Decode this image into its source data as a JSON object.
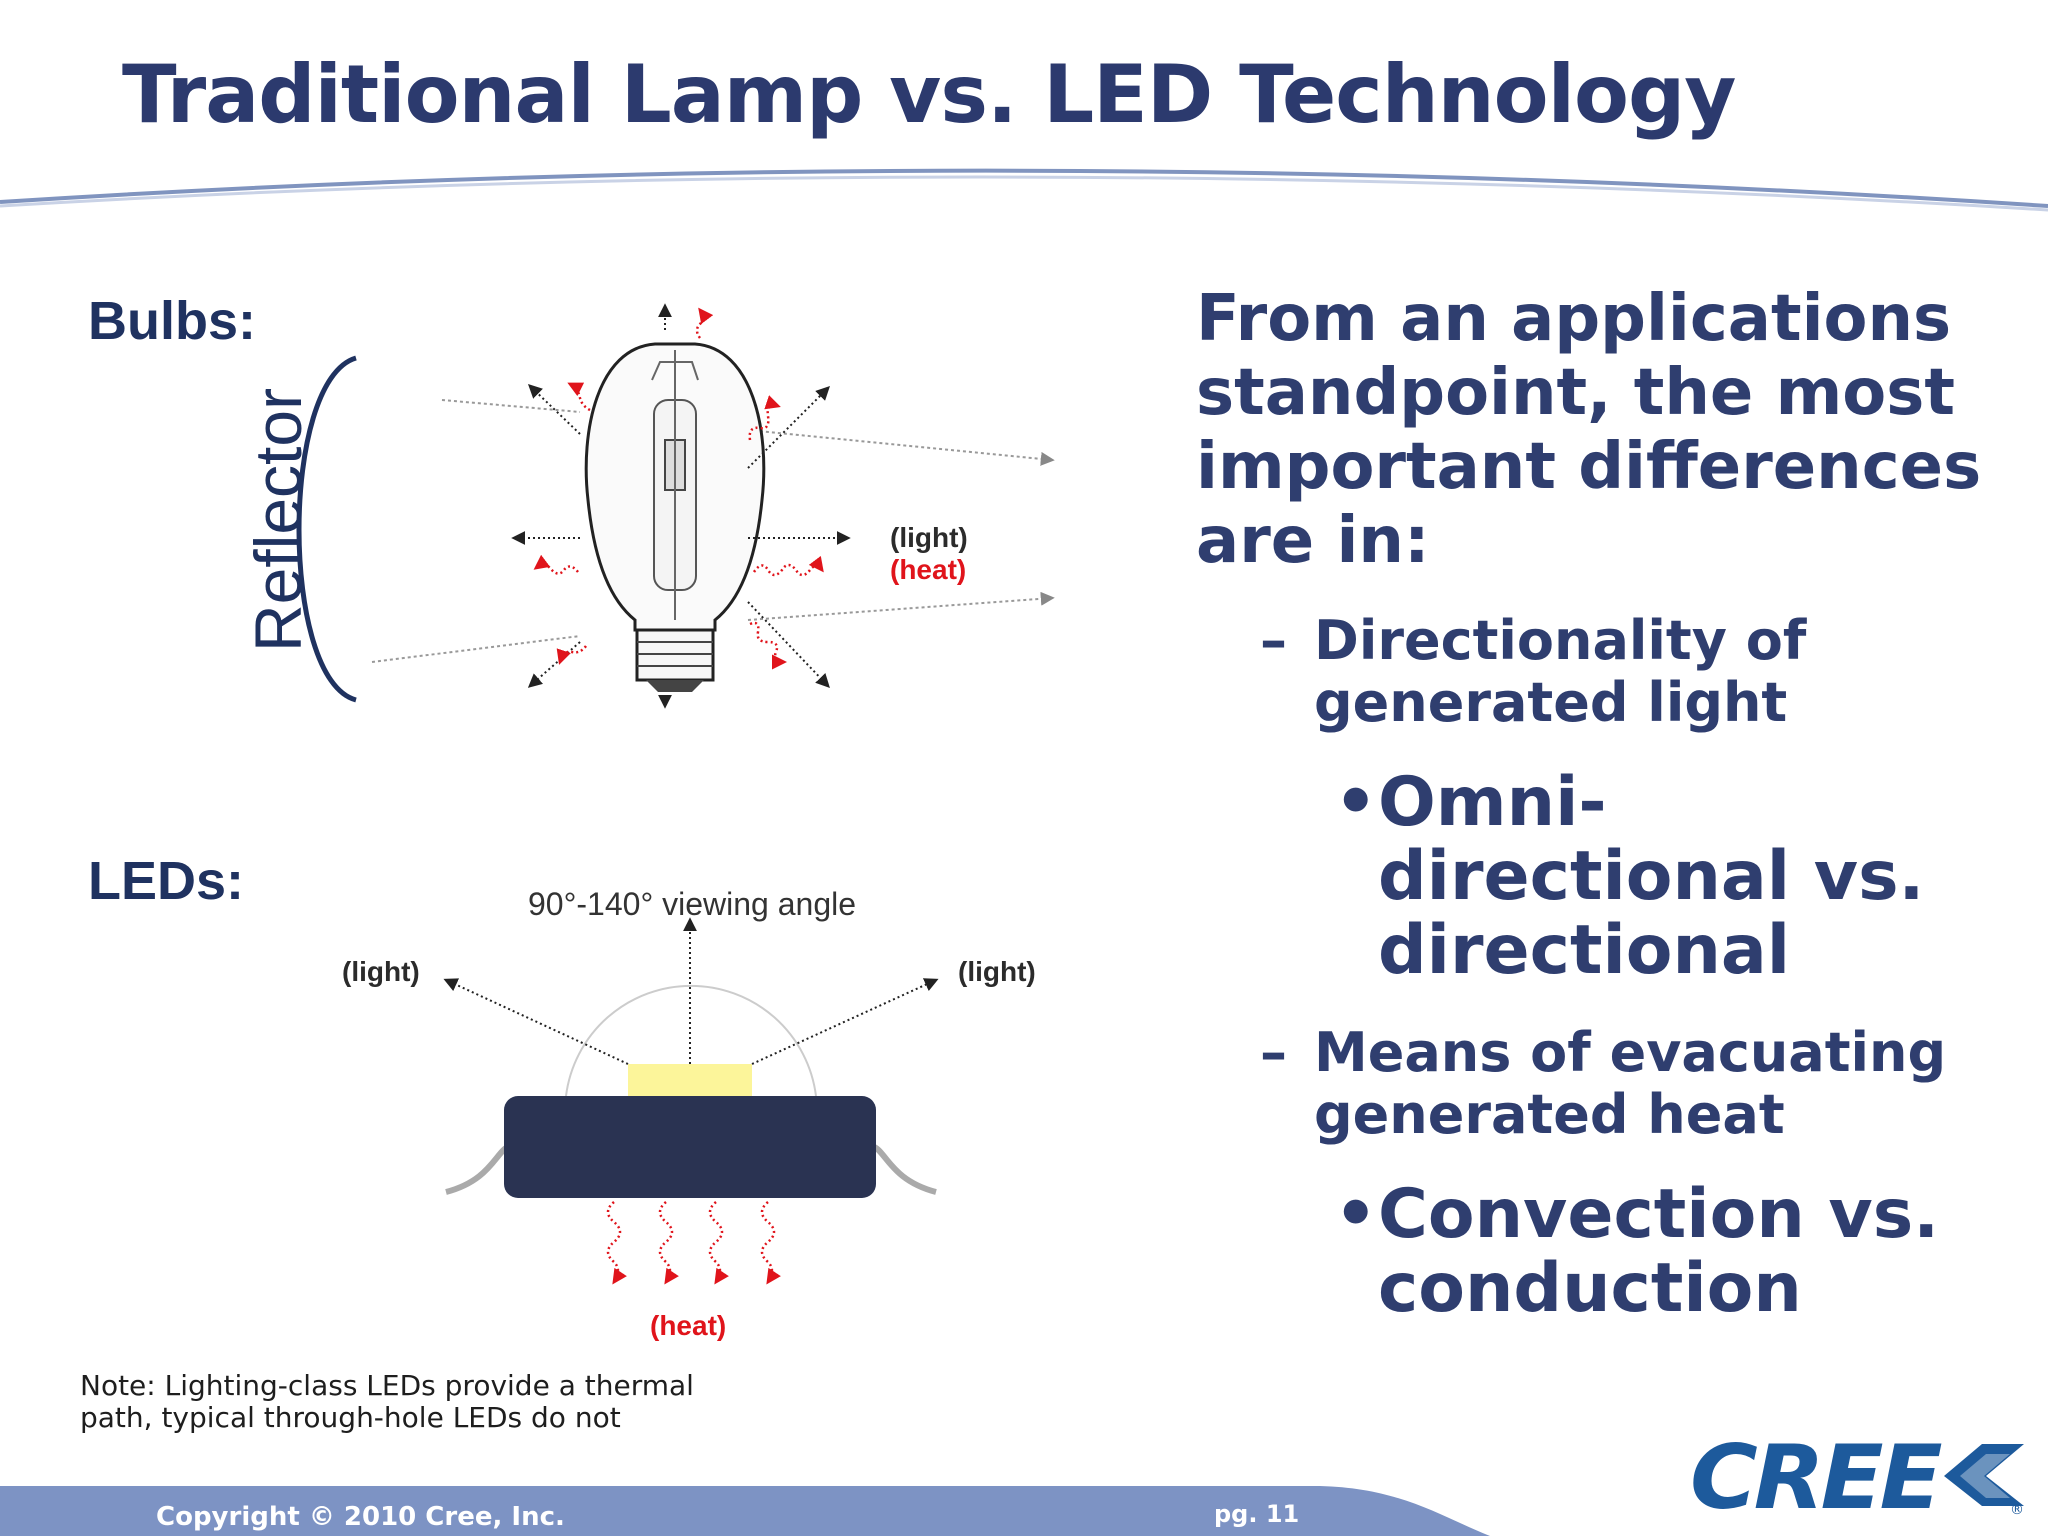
{
  "slide": {
    "title": "Traditional Lamp vs. LED Technology"
  },
  "left": {
    "bulbs_label": "Bulbs:",
    "reflector_label": "Reflector",
    "bulb_light_label": "(light)",
    "bulb_heat_label": "(heat)",
    "leds_label": "LEDs:",
    "viewing_angle_label": "90°-140° viewing angle",
    "led_light_left": "(light)",
    "led_light_right": "(light)",
    "led_heat_label": "(heat)",
    "note_line1": "Note:  Lighting-class LEDs provide a thermal",
    "note_line2": "path, typical through-hole LEDs do not"
  },
  "right": {
    "intro_line1": "From an applications",
    "intro_line2": "standpoint, the most",
    "intro_line3": "important differences",
    "intro_line4": "are in:",
    "dash1_line1": "Directionality of",
    "dash1_line2": "generated light",
    "bullet1_line1": "Omni-",
    "bullet1_line2": "directional vs.",
    "bullet1_line3": "directional",
    "dash2_line1": "Means of evacuating",
    "dash2_line2": "generated heat",
    "bullet2_line1": "Convection vs.",
    "bullet2_line2": "conduction"
  },
  "footer": {
    "copyright": "Copyright © 2010 Cree, Inc.",
    "page": "pg. 11",
    "logo_text": "CREE",
    "registered": "®"
  },
  "colors": {
    "title": "#2c3a6e",
    "heat_red": "#e0141b",
    "footer_bar": "#7d93c4",
    "led_body": "#2a3352",
    "led_chip": "#fcf59a",
    "logo_blue": "#1d5a9c"
  }
}
